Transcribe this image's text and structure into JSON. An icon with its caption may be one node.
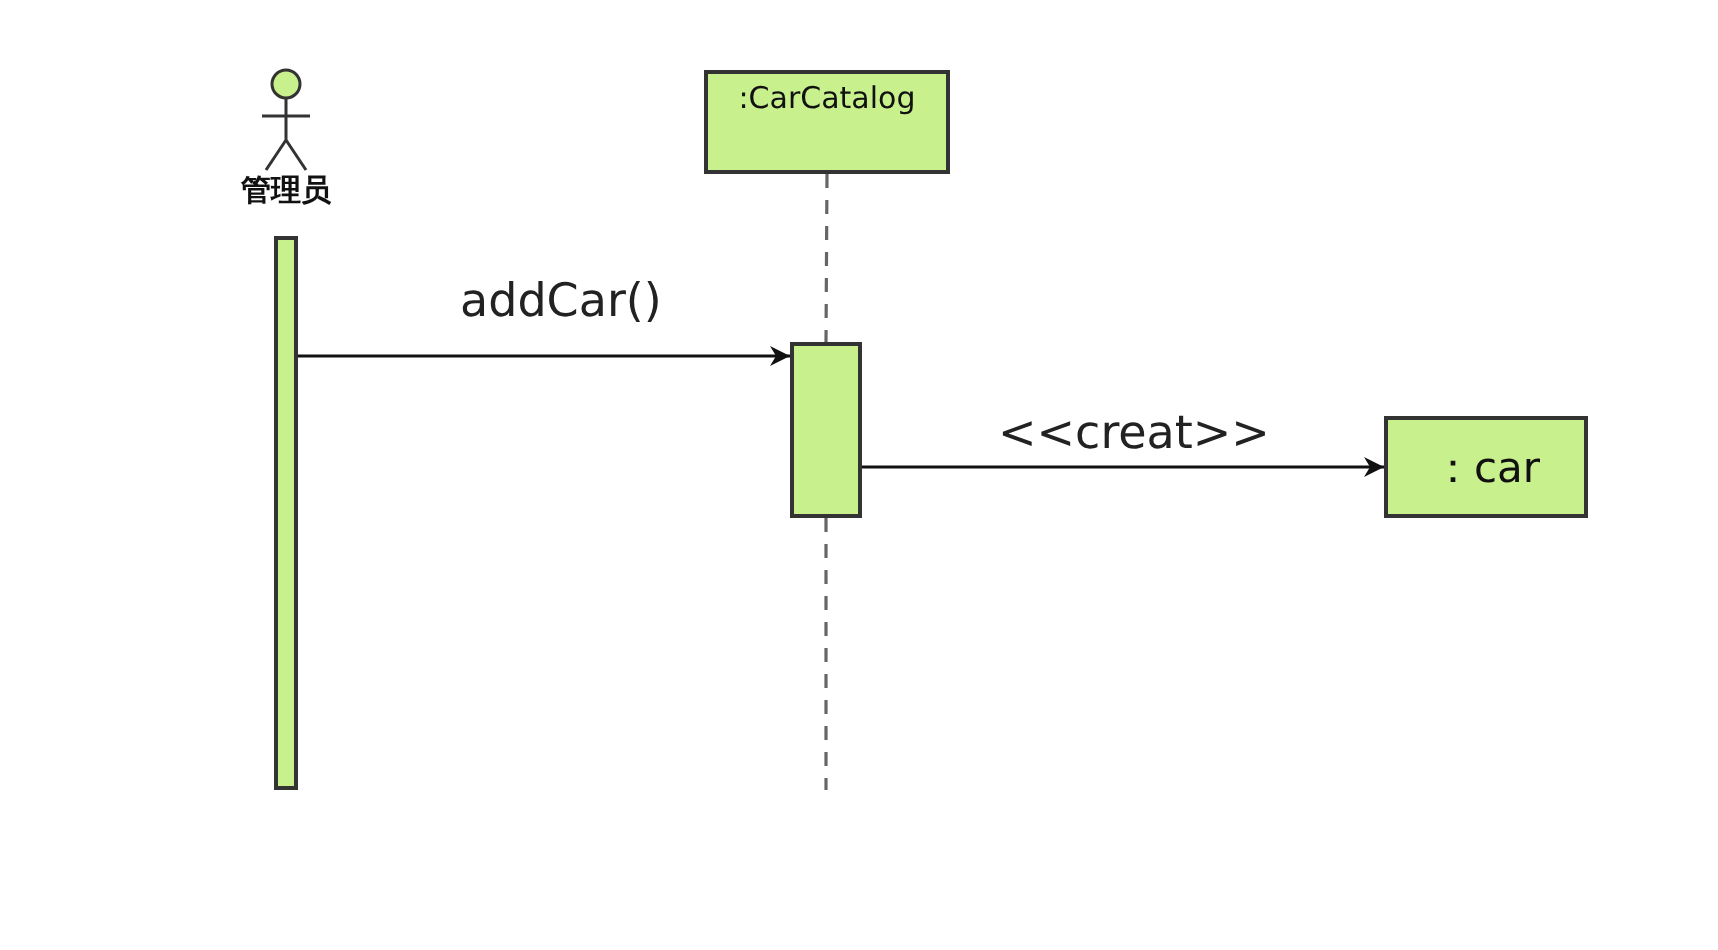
{
  "diagram": {
    "nodes": [
      {
        "text": [
          "管理员"
        ]
      },
      {
        "text": [],
        "shape": "bar"
      },
      {
        "text": [
          ":CarCatalog"
        ]
      },
      {
        "text": [],
        "shape": "bar"
      },
      {
        "text": [
          "：car"
        ]
      }
    ],
    "edges": [
      {
        "from": 1,
        "to": 3,
        "arrow": "to",
        "label": "addCar()"
      },
      {
        "from": 3,
        "to": 4,
        "arrow": "to",
        "label": "<<creat>>"
      },
      {
        "from": 2,
        "to": 3,
        "arrow": "none",
        "style": "dashed",
        "color": "#666666"
      },
      {
        "from": 3,
        "to": null,
        "arrow": "none",
        "style": "dashed",
        "color": "#666666"
      }
    ]
  }
}
